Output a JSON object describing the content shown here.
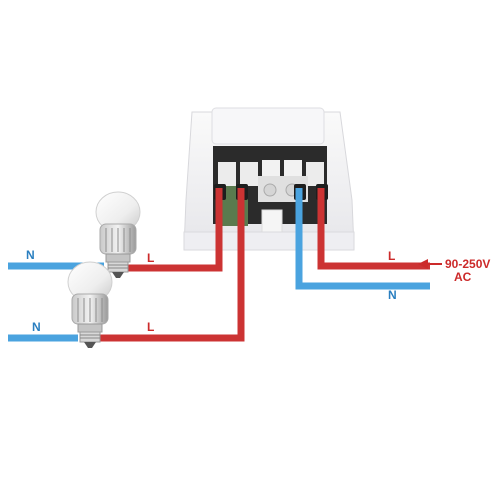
{
  "labels": {
    "line_top_bulb": "L",
    "line_bottom_bulb": "L",
    "line_input": "L",
    "neutral_top_bulb": "N",
    "neutral_bottom_bulb": "N",
    "neutral_input": "N",
    "voltage": "90-250V",
    "current_type": "AC"
  },
  "colors": {
    "live_wire": "#cc3333",
    "neutral_wire": "#4aa3df",
    "neutral_text": "#2a7fc0",
    "live_text": "#cc2a2a",
    "device_body": "#f4f4f6",
    "terminal_dark": "#222222"
  }
}
